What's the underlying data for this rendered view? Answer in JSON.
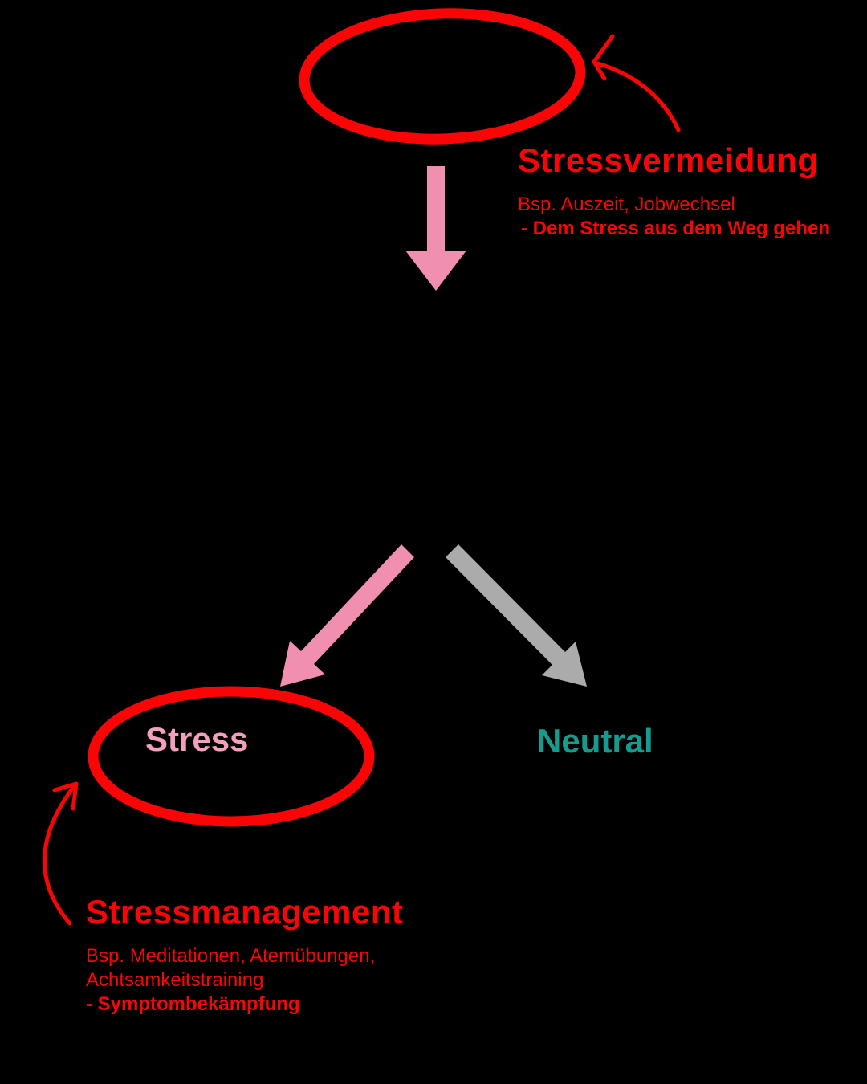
{
  "colors": {
    "background": "#000000",
    "red": "#F90505",
    "pink": "#F08FB0",
    "pink_text": "#F2A0BC",
    "teal": "#169B8F",
    "gray": "#ABABAB"
  },
  "top_annotation": {
    "title": "Stressvermeidung",
    "example": "Bsp. Auszeit, Jobwechsel",
    "note": "- Dem Stress aus dem Weg gehen"
  },
  "nodes": {
    "stress_label": "Stress",
    "neutral_label": "Neutral"
  },
  "bottom_annotation": {
    "title": "Stressmanagement",
    "example_line1": "Bsp. Meditationen, Atemübungen,",
    "example_line2": "Achtsamkeitstraining",
    "note": "- Symptombekämpfung"
  }
}
